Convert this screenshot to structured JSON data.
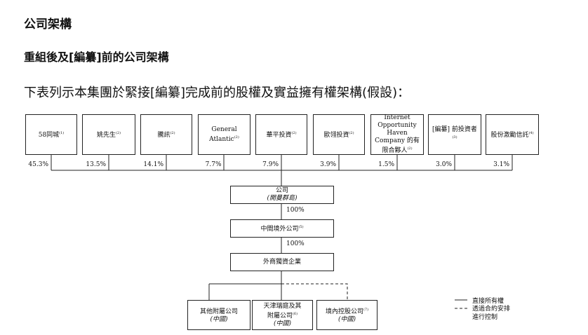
{
  "title": "公司架構",
  "subtitle": "重組後及[編纂]前的公司架構",
  "intro": "下表列示本集團於緊接[編纂]完成前的股權及實益擁有權架構(假設)：",
  "shareholders": [
    {
      "name": "58同城",
      "note": "(1)",
      "pct": "45.3%"
    },
    {
      "name": "姚先生",
      "note": "(2)",
      "pct": "13.5%"
    },
    {
      "name": "騰訊",
      "note": "(2)",
      "pct": "14.1%"
    },
    {
      "name": "General Atlantic",
      "note": "(2)",
      "pct": "7.7%"
    },
    {
      "name": "華平投資",
      "note": "(2)",
      "pct": "7.9%"
    },
    {
      "name": "歐翎投資",
      "note": "(2)",
      "pct": "3.9%"
    },
    {
      "name": "Internet Opportunity Haven Company 的有限合夥人",
      "note": "(2)",
      "pct": "1.5%"
    },
    {
      "name": "[編纂] 前投資者",
      "note": "(3)",
      "pct": "3.0%"
    },
    {
      "name": "股份激勵信託",
      "note": "(4)",
      "pct": "3.1%"
    }
  ],
  "company": {
    "name": "公司",
    "place": "(開曼群島)"
  },
  "pct1": "100%",
  "offshore": {
    "name": "中間境外公司",
    "note": "(5)"
  },
  "pct2": "100%",
  "wfoe": {
    "name": "外商獨資企業"
  },
  "subs": [
    {
      "name": "其他附屬公司",
      "place": "(中國)",
      "note": ""
    },
    {
      "name": "天津瑞庭及其附屬公司",
      "place": "(中國)",
      "note": "(6)"
    },
    {
      "name": "境內控股公司",
      "place": "(中國)",
      "note": "(7)"
    }
  ],
  "legend": {
    "solid": "直接所有權",
    "dashed": "透過合約安排進行控制"
  }
}
